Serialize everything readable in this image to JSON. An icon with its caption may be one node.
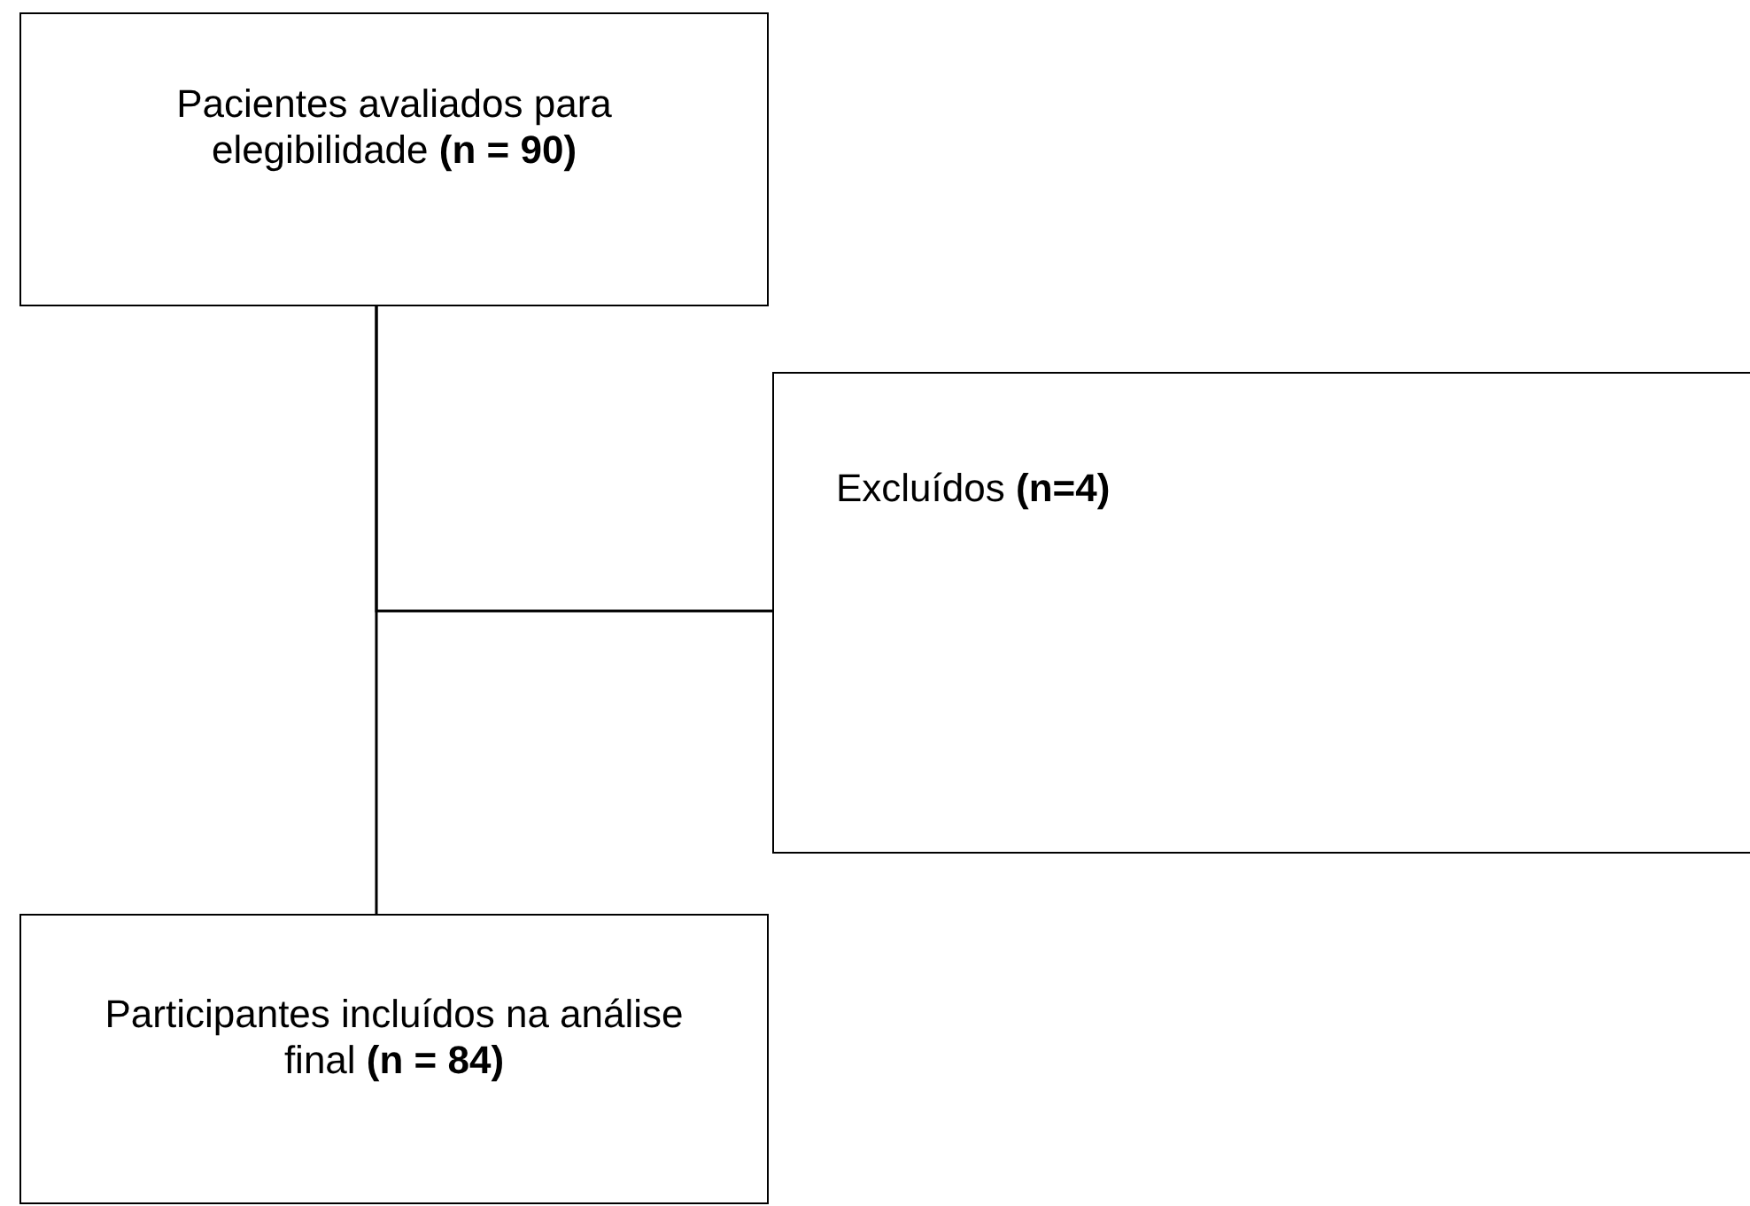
{
  "diagram": {
    "nodes": [
      {
        "text": [
          "Pacientes avaliados para elegibilidade **(n = 90)**"
        ]
      },
      {
        "text": [
          "Excluídos **(n=4)**"
        ]
      },
      {
        "text": [
          "Participantes incluídos na análise final **(n = 84)**"
        ]
      }
    ],
    "edges": [
      {
        "from": 0,
        "to": 2,
        "arrow": "none"
      },
      {
        "from": 0,
        "to": 1,
        "arrow": "none"
      }
    ]
  }
}
